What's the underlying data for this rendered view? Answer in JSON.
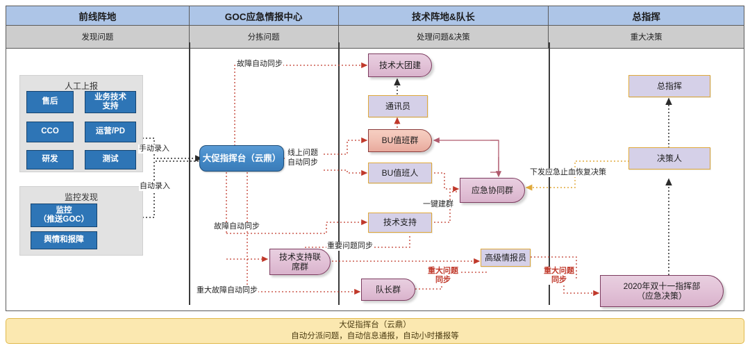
{
  "lanes": [
    {
      "title": "前线阵地",
      "sub": "发现问题"
    },
    {
      "title": "GOC应急情报中心",
      "sub": "分拣问题"
    },
    {
      "title": "技术阵地&队长",
      "sub": "处理问题&决策"
    },
    {
      "title": "总指挥",
      "sub": "重大决策"
    }
  ],
  "panels": {
    "manual": {
      "title": "人工上报",
      "items": [
        "售后",
        "业务技术\n支持",
        "CCO",
        "运营/PD",
        "研发",
        "测试"
      ]
    },
    "monitor": {
      "title": "监控发现",
      "items": [
        "监控\n（推送GOC）",
        "舆情和报障"
      ]
    }
  },
  "nodes": {
    "console": "大促指挥台（云鼎）",
    "tech_team": "技术大团建",
    "messenger": "通讯员",
    "bu_duty_group": "BU值班群",
    "bu_duty_person": "BU值班人",
    "tech_support": "技术支持",
    "emergency_group": "应急协同群",
    "tech_support_joint": "技术支持联\n席群",
    "captain_group": "队长群",
    "senior_agent": "高级情报员",
    "commander": "总指挥",
    "decision_maker": "决策人",
    "hq_2020": "2020年双十一指挥部\n（应急决策）"
  },
  "edge_labels": {
    "manual_entry": "手动录入",
    "auto_entry": "自动录入",
    "fault_auto_sync_top": "故障自动同步",
    "online_issue_auto_sync": "线上问题\n自动同步",
    "one_click_group": "一键建群",
    "fault_auto_sync_low": "故障自动同步",
    "important_issue_sync": "重要问题同步",
    "major_fault_auto_sync": "重大故障自动同步",
    "major_issue_sync_left": "重大问题\n同步",
    "major_issue_sync_right": "重大问题\n同步",
    "issue_decision": "下发应急止血恢复决策"
  },
  "banner": {
    "line1": "大促指挥台（云鼎）",
    "line2": "自动分派问题，自动信息通报，自动小时播报等"
  },
  "colors": {
    "lane_header": "#adc5e7",
    "lane_sub": "#cdcdcd",
    "blue_box": "#2e75b6",
    "rect_border": "#e0a93a",
    "rect_fill": "#d5d0e8",
    "group_pink": "#e3c3d8",
    "group_warm": "#f0bdb0",
    "console_blue": "#4288c6",
    "banner_fill": "#fbe8b0",
    "red_label": "#c0392b",
    "dotted_red": "#c0392b",
    "dotted_orange": "#e0a93a"
  }
}
